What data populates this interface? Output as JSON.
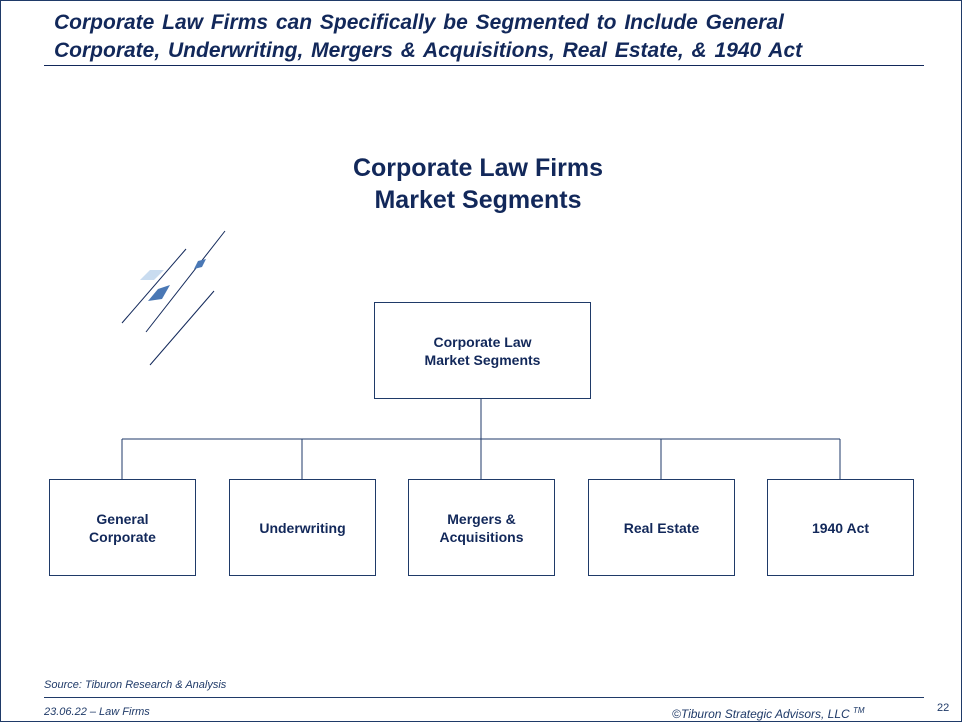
{
  "slide": {
    "title_line1": "Corporate Law Firms can Specifically be Segmented to Include General",
    "title_line2": "Corporate, Underwriting, Mergers & Acquisitions, Real Estate, & 1940 Act"
  },
  "diagram": {
    "heading_line1": "Corporate Law Firms",
    "heading_line2": "Market Segments",
    "root": {
      "line1": "Corporate Law",
      "line2": "Market Segments"
    },
    "segments": [
      {
        "line1": "General",
        "line2": "Corporate"
      },
      {
        "line1": "Underwriting",
        "line2": ""
      },
      {
        "line1": "Mergers &",
        "line2": "Acquisitions"
      },
      {
        "line1": "Real Estate",
        "line2": ""
      },
      {
        "line1": "1940 Act",
        "line2": ""
      }
    ]
  },
  "footer": {
    "source": "Source:  Tiburon Research & Analysis",
    "left": "23.06.22 – Law Firms",
    "right": "©Tiburon Strategic Advisors, LLC",
    "tm": "TM",
    "page_number": "22"
  },
  "colors": {
    "navy": "#12285a",
    "accent_blue": "#4a78b5",
    "light_blue": "#c9dcf0"
  }
}
